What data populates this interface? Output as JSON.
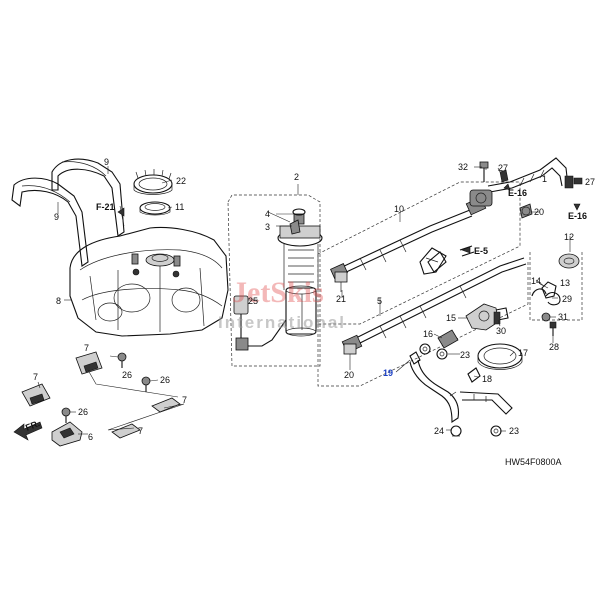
{
  "diagram": {
    "code": "HW54F0800A",
    "direction_label": "FR.",
    "watermark": {
      "line1": "JetSkis",
      "line2": "International"
    },
    "highlighted_part": "19",
    "parts": [
      "1",
      "2",
      "3",
      "4",
      "5",
      "6",
      "7",
      "8",
      "9",
      "10",
      "11",
      "12",
      "13",
      "14",
      "15",
      "16",
      "17",
      "18",
      "19",
      "20",
      "21",
      "22",
      "23",
      "24",
      "25",
      "26",
      "27",
      "28",
      "29",
      "30",
      "31",
      "32"
    ],
    "references": [
      "F-21",
      "E-16",
      "E-5"
    ],
    "colors": {
      "highlight": "#1a3fc4",
      "watermark_red": "#e04848",
      "watermark_gray": "#9a9a9a"
    }
  }
}
